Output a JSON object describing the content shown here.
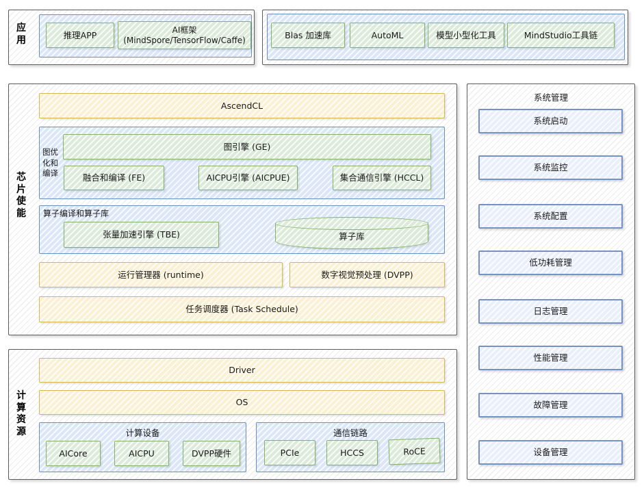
{
  "sections": {
    "app": {
      "label": "应用",
      "inference_app": "推理APP",
      "ai_framework_line1": "AI框架",
      "ai_framework_line2": "(MindSpore/TensorFlow/Caffe)",
      "blas": "Blas 加速库",
      "automl": "AutoML",
      "model_tool": "模型小型化工具",
      "mindstudio": "MindStudio工具链"
    },
    "chip": {
      "label": "芯片使能",
      "ascendcl": "AscendCL",
      "graph_label": "图优化和编译",
      "ge": "图引擎 (GE)",
      "fe": "融合和编译 (FE)",
      "aicpue": "AICPU引擎 (AICPUE)",
      "hccl": "集合通信引擎 (HCCL)",
      "op_label": "算子编译和算子库",
      "tbe": "张量加速引擎 (TBE)",
      "op_lib": "算子库",
      "runtime": "运行管理器 (runtime)",
      "dvpp": "数字视觉预处理 (DVPP)",
      "task_schedule": "任务调度器 (Task Schedule)"
    },
    "compute": {
      "label": "计算资源",
      "driver": "Driver",
      "os": "OS",
      "device_label": "计算设备",
      "devices": [
        "AICore",
        "AICPU",
        "DVPP硬件"
      ],
      "link_label": "通信链路",
      "links": [
        "PCIe",
        "HCCS",
        "RoCE"
      ]
    },
    "sysmgmt": {
      "label": "系统管理",
      "items": [
        "系统启动",
        "系统监控",
        "系统配置",
        "低功耗管理",
        "日志管理",
        "性能管理",
        "故障管理",
        "设备管理"
      ]
    }
  },
  "colors": {
    "yellow_fill": "#faf1d4",
    "yellow_border": "#d6b656",
    "green_fill": "#dcead9",
    "green_border": "#82b366",
    "blue_fill": "#dbe7f9",
    "blue_border": "#6c8ebf",
    "lightblue_fill": "#e9effb",
    "lightblue_border": "#7691c4",
    "section_border": "#5b5b5b"
  }
}
